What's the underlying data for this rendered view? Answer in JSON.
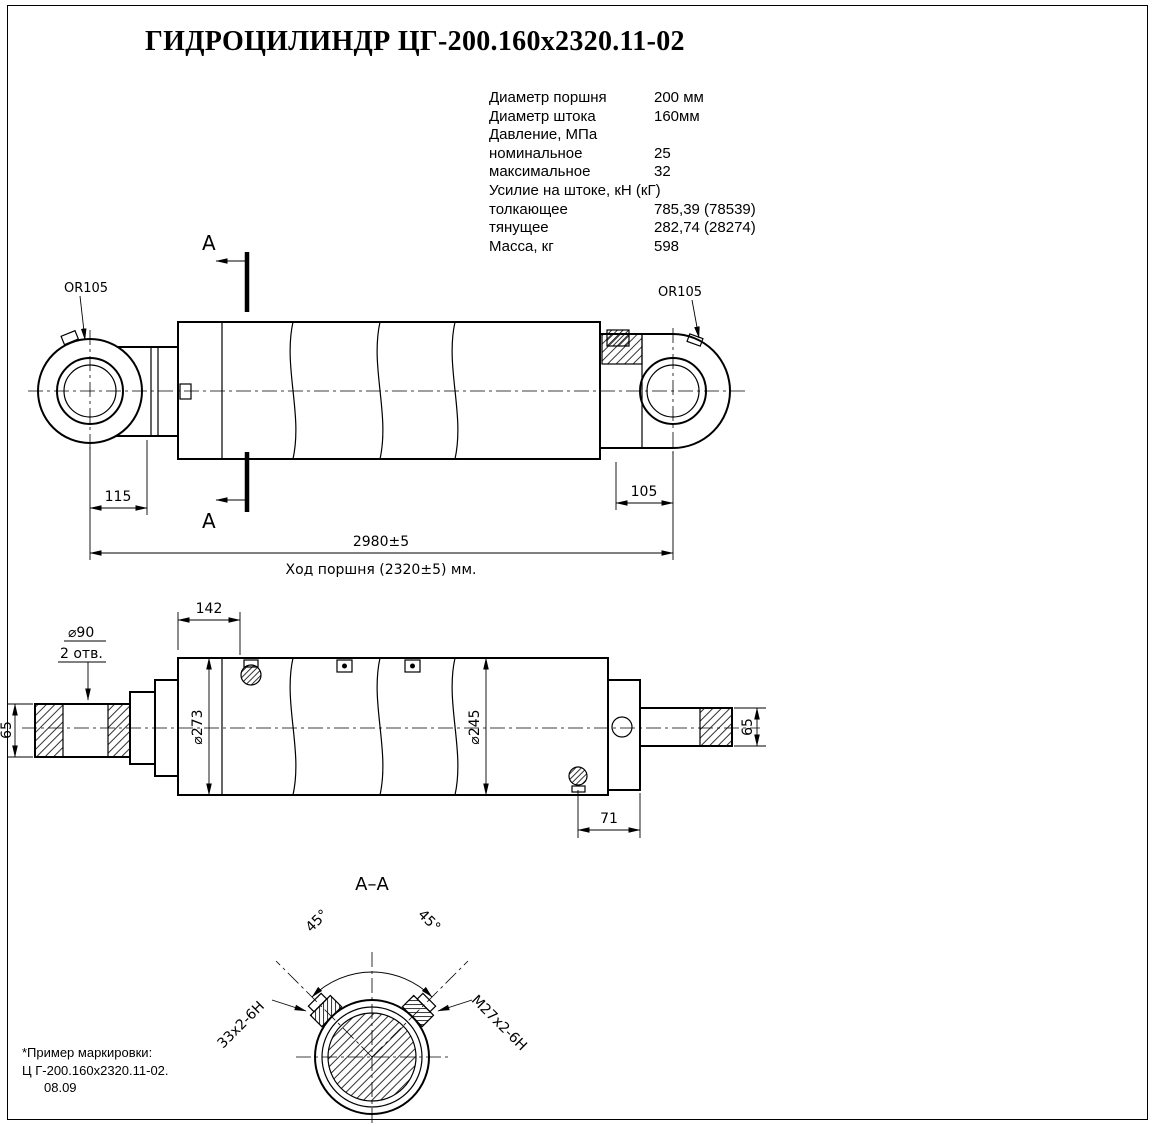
{
  "title": "ГИДРОЦИЛИНДР ЦГ-200.160х2320.11-02",
  "specs": {
    "rows": [
      {
        "label": "Диаметр поршня",
        "value": "200 мм"
      },
      {
        "label": "Диаметр штока",
        "value": "160мм"
      },
      {
        "label": "Давление, МПа",
        "value": ""
      },
      {
        "label": "номинальное",
        "value": "25"
      },
      {
        "label": "максимальное",
        "value": "32"
      },
      {
        "label": "Усилие на штоке, кН (кГ)",
        "value": ""
      },
      {
        "label": "толкающее",
        "value": "785,39 (78539)"
      },
      {
        "label": "тянущее",
        "value": "282,74 (28274)"
      },
      {
        "label": "Масса, кг",
        "value": "598"
      }
    ]
  },
  "main_view": {
    "section_marker": "А",
    "left_eye_label": "OR105",
    "right_eye_label": "OR105",
    "dim_left_eye": "115",
    "dim_right_eye": "105",
    "dim_overall": "2980±5",
    "stroke_note": "Ход поршня (2320±5) мм."
  },
  "plan_view": {
    "dim_head": "142",
    "pin_hole_dia": "⌀90",
    "pin_hole_count": "2 отв.",
    "dim_pin_left": "65",
    "dim_pin_right": "65",
    "dim_gland_dia": "⌀273",
    "dim_tube_dia": "⌀245",
    "dim_port": "71"
  },
  "section_view": {
    "title": "А–А",
    "angle_left": "45°",
    "angle_right": "45°",
    "thread_left": "33х2-6Н",
    "thread_right": "М27х2-6Н"
  },
  "footnote": {
    "line1": "*Пример маркировки:",
    "line2": "Ц Г-200.160х2320.11-02.",
    "line3": "08.09"
  },
  "colors": {
    "ink": "#000000",
    "paper": "#ffffff"
  }
}
